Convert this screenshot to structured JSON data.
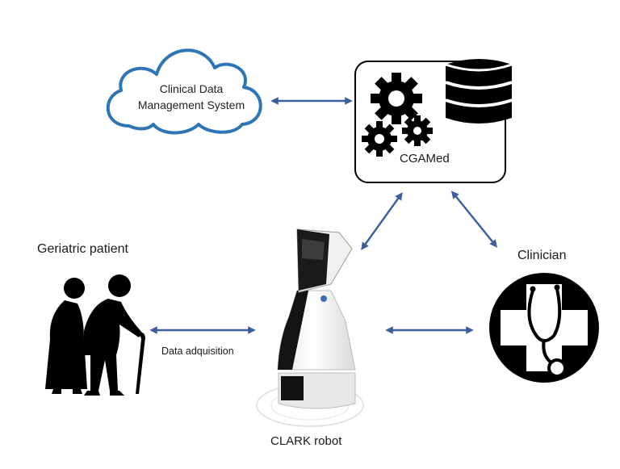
{
  "cloud": {
    "line1": "Clinical Data",
    "line2": "Management System"
  },
  "server": {
    "label": "CGAMed"
  },
  "patient": {
    "label": "Geriatric patient"
  },
  "clinician": {
    "label": "Clinician"
  },
  "robot": {
    "label": "CLARK robot"
  },
  "edges": {
    "data_acquisition": "Data adquisition"
  },
  "colors": {
    "cloud_stroke": "#2e75b6",
    "arrow": "#3a5f9a",
    "icon_fill": "#000000",
    "robot_body": "#f2f2f2"
  }
}
